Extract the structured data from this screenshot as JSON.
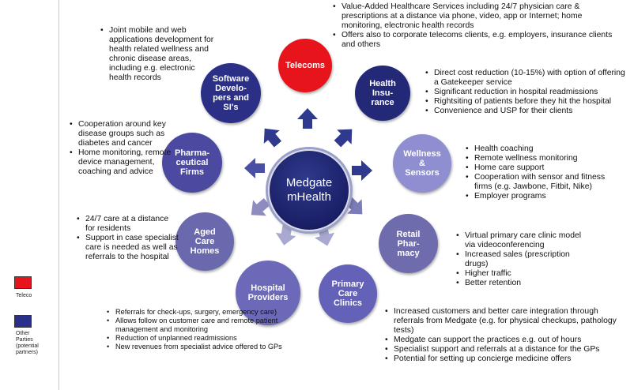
{
  "center": {
    "line1": "Medgate",
    "line2": "mHealth",
    "color": "#1a1f66"
  },
  "legend": [
    {
      "label": "Teleco",
      "color": "#e8141b"
    },
    {
      "label": "Other\nParties\n(potential\npartners)",
      "color": "#2b2f8c"
    }
  ],
  "nodes": [
    {
      "id": "telecoms",
      "label": "Telecoms",
      "color": "#e8141b"
    },
    {
      "id": "health-insurance",
      "label": "Health\nInsu-\nrance",
      "color": "#232877"
    },
    {
      "id": "wellness-sensors",
      "label": "Wellness\n&\nSensors",
      "color": "#8f8ed0"
    },
    {
      "id": "retail-pharmacy",
      "label": "Retail\nPhar-\nmacy",
      "color": "#6e6cac"
    },
    {
      "id": "primary-care-clinics",
      "label": "Primary\nCare\nClinics",
      "color": "#6461b8"
    },
    {
      "id": "hospital-providers",
      "label": "Hospital\nProviders",
      "color": "#6b69b8"
    },
    {
      "id": "aged-care-homes",
      "label": "Aged\nCare\nHomes",
      "color": "#6b69ad"
    },
    {
      "id": "pharmaceutical-firms",
      "label": "Pharma-\nceutical\nFirms",
      "color": "#4c4aa0"
    },
    {
      "id": "software-developers",
      "label": "Software\nDevelo-\npers and\nSI's",
      "color": "#2b2f86"
    }
  ],
  "bullets": {
    "telecoms": [
      "Value-Added Healthcare Services including 24/7 physician care & prescriptions at a distance via phone, video, app or Internet; home monitoring, electronic health records",
      "Offers also to corporate telecoms clients, e.g. employers, insurance clients and others"
    ],
    "health_insurance": [
      "Direct cost reduction (10-15%) with option of offering a Gatekeeper service",
      "Significant reduction in hospital readmissions",
      "Rightsiting of patients before they hit the hospital",
      "Convenience and USP for their clients"
    ],
    "wellness": [
      "Health coaching",
      "Remote wellness monitoring",
      "Home care support",
      "Cooperation with sensor and fitness firms (e.g. Jawbone, Fitbit, Nike)",
      "Employer programs"
    ],
    "retail": [
      "Virtual primary care clinic model via videoconferencing",
      "Increased sales (prescription drugs)",
      "Higher traffic",
      "Better retention"
    ],
    "primary_care": [
      "Increased customers and better care integration through referrals from Medgate (e.g. for physical checkups, pathology tests)",
      "Medgate can support the practices e.g. out of hours",
      "Specialist support and referrals at a distance for the GPs",
      "Potential for setting up concierge medicine offers"
    ],
    "hospital": [
      "Referrals for check-ups, surgery, emergency care)",
      "Allows follow on customer care and remote patient management and monitoring",
      "Reduction of unplanned readmissions",
      "New revenues from specialist advice offered to GPs"
    ],
    "aged_care": [
      "24/7 care at a distance for residents",
      "Support in case specialist care is needed as well as referrals to the hospital"
    ],
    "pharma": [
      "Cooperation around key disease groups such as diabetes and cancer",
      "Home monitoring, remote device management, coaching and advice"
    ],
    "software": [
      "Joint mobile and web applications development for health related wellness and chronic disease areas, including e.g. electronic health records"
    ]
  }
}
